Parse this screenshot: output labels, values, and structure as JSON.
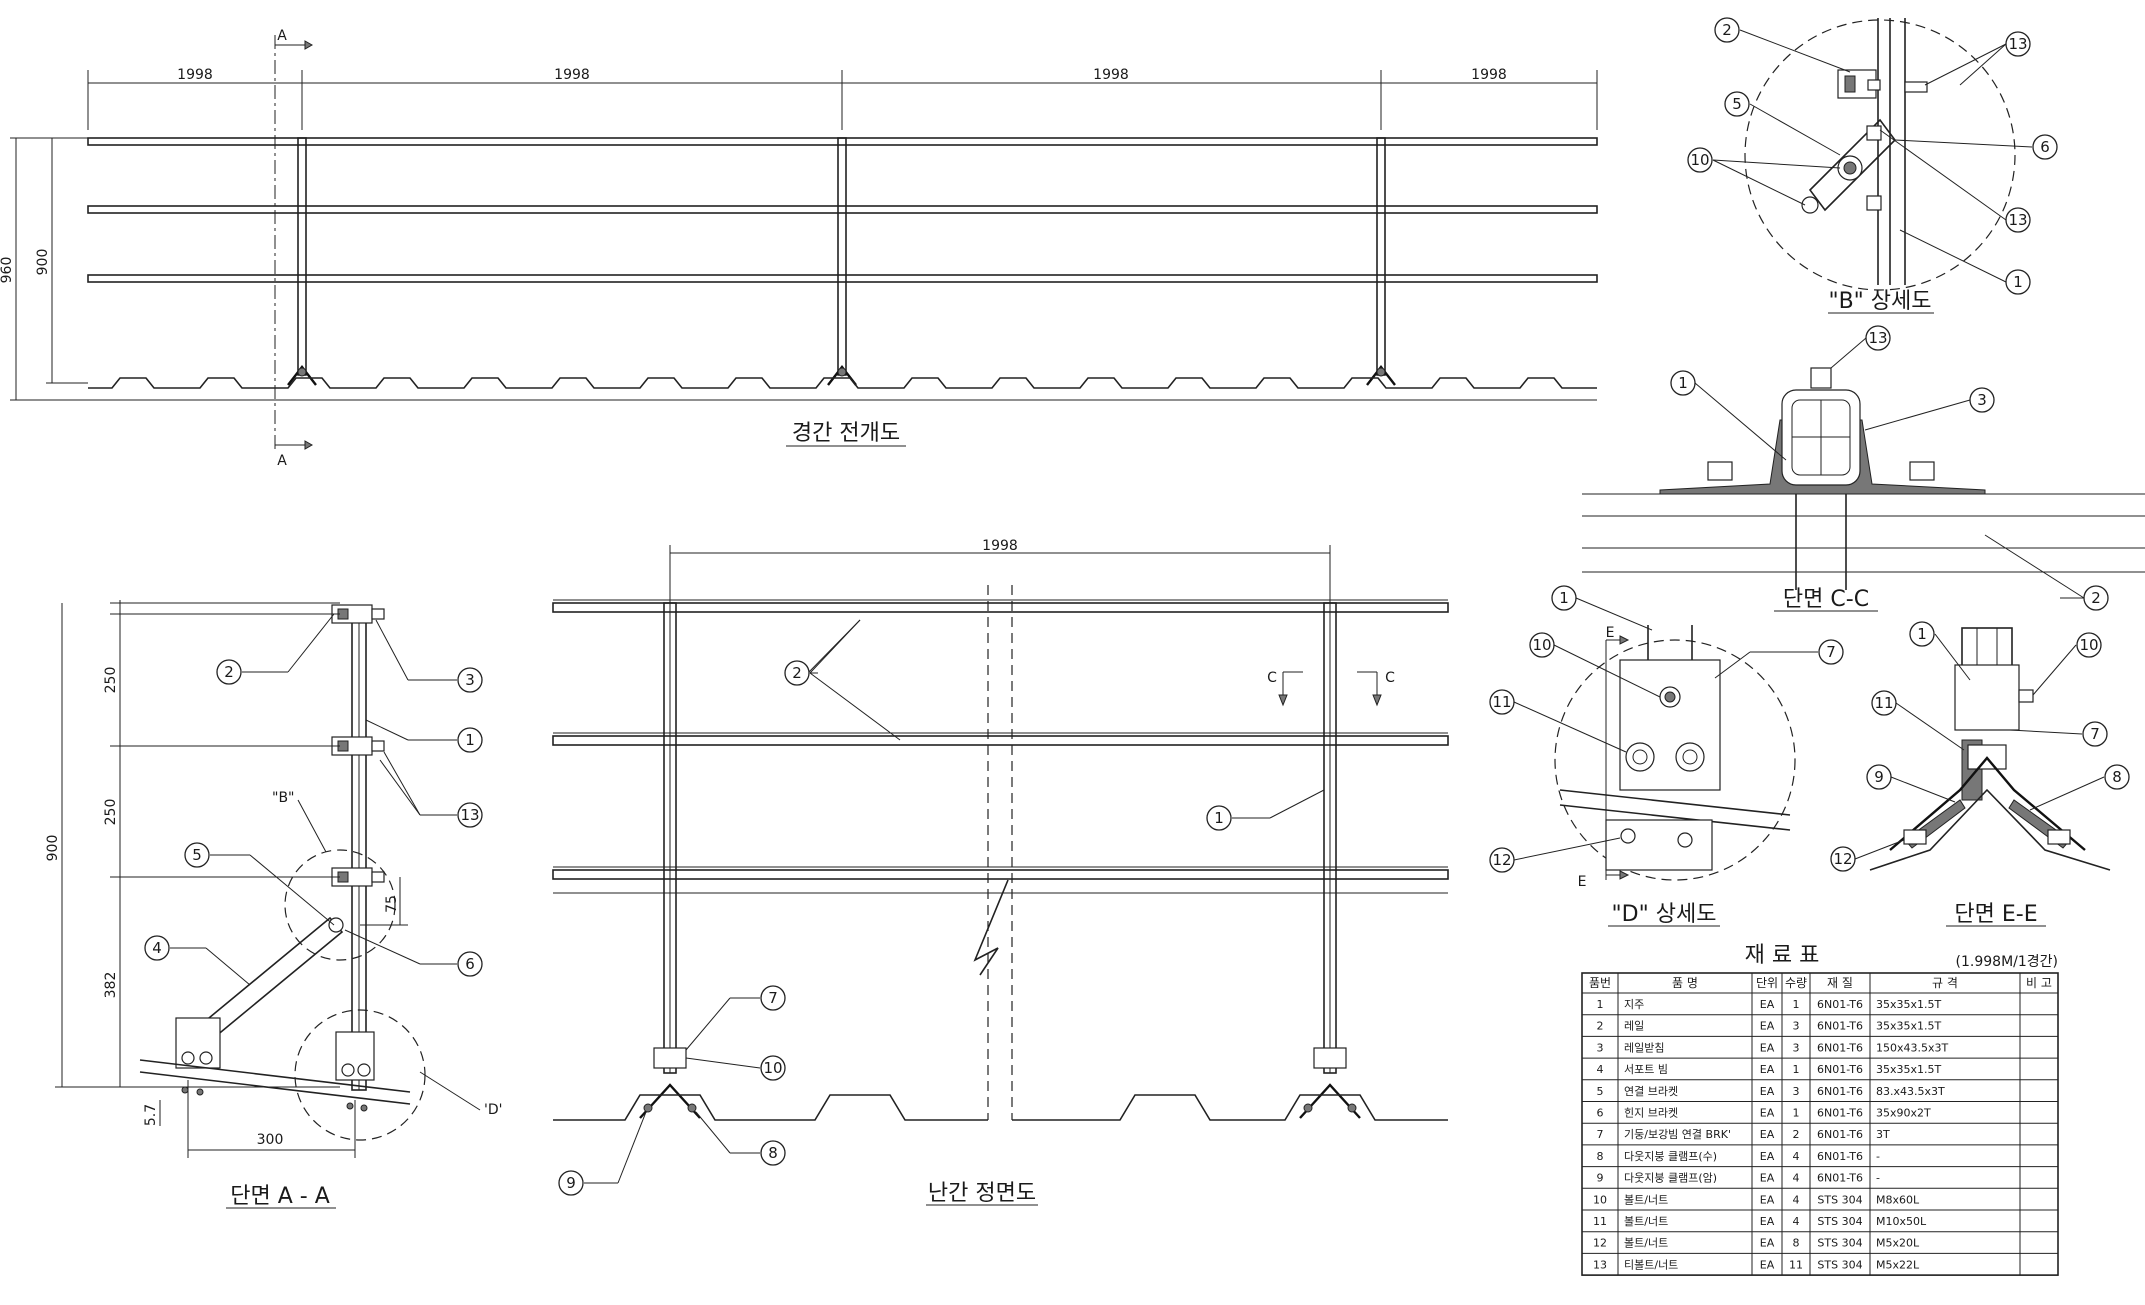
{
  "views": {
    "elevation": {
      "title": "경간 전개도",
      "section_mark": "A",
      "spans": [
        "1998",
        "1998",
        "1998",
        "1998"
      ],
      "dim_960": "960",
      "dim_900": "900"
    },
    "detail_b": {
      "title": "\"B\" 상세도",
      "balloons": [
        "2",
        "13",
        "5",
        "6",
        "10",
        "13",
        "1"
      ]
    },
    "section_cc": {
      "title": "단면 C-C",
      "balloons": [
        "13",
        "1",
        "3",
        "2"
      ]
    },
    "section_aa": {
      "title": "단면 A - A",
      "dims": {
        "d250a": "250",
        "d250b": "250",
        "d382": "382",
        "d900": "900",
        "d75": "75",
        "d300": "300",
        "d5_7": "5.7"
      },
      "labels": {
        "b": "\"B\"",
        "d": "'D'"
      },
      "balloons": [
        "2",
        "3",
        "1",
        "13",
        "5",
        "4",
        "6"
      ]
    },
    "front": {
      "title": "난간 정면도",
      "span": "1998",
      "cut_mark": "C",
      "balloons": [
        "2",
        "1",
        "7",
        "10",
        "8",
        "9"
      ]
    },
    "detail_d": {
      "title": "\"D\" 상세도",
      "cut_mark": "E",
      "balloons": [
        "1",
        "10",
        "7",
        "11",
        "12"
      ]
    },
    "section_ee": {
      "title": "단면 E-E",
      "balloons": [
        "1",
        "10",
        "11",
        "7",
        "9",
        "8",
        "12"
      ]
    }
  },
  "materials": {
    "title": "재 료 표",
    "note": "(1.998M/1경간)",
    "headers": [
      "품번",
      "품 명",
      "단위",
      "수량",
      "재 질",
      "규 격",
      "비 고"
    ],
    "rows": [
      [
        "1",
        "지주",
        "EA",
        "1",
        "6N01-T6",
        "35x35x1.5T",
        ""
      ],
      [
        "2",
        "레일",
        "EA",
        "3",
        "6N01-T6",
        "35x35x1.5T",
        ""
      ],
      [
        "3",
        "레일받침",
        "EA",
        "3",
        "6N01-T6",
        "150x43.5x3T",
        ""
      ],
      [
        "4",
        "서포트 빔",
        "EA",
        "1",
        "6N01-T6",
        "35x35x1.5T",
        ""
      ],
      [
        "5",
        "연결 브라켓",
        "EA",
        "3",
        "6N01-T6",
        "83.x43.5x3T",
        ""
      ],
      [
        "6",
        "힌지 브라켓",
        "EA",
        "1",
        "6N01-T6",
        "35x90x2T",
        ""
      ],
      [
        "7",
        "기둥/보강빔 연결 BRK'",
        "EA",
        "2",
        "6N01-T6",
        "3T",
        ""
      ],
      [
        "8",
        "다웃지붕 클램프(수)",
        "EA",
        "4",
        "6N01-T6",
        "-",
        ""
      ],
      [
        "9",
        "다웃지붕 클램프(암)",
        "EA",
        "4",
        "6N01-T6",
        "-",
        ""
      ],
      [
        "10",
        "볼트/너트",
        "EA",
        "4",
        "STS 304",
        "M8x60L",
        ""
      ],
      [
        "11",
        "볼트/너트",
        "EA",
        "4",
        "STS 304",
        "M10x50L",
        ""
      ],
      [
        "12",
        "볼트/너트",
        "EA",
        "8",
        "STS 304",
        "M5x20L",
        ""
      ],
      [
        "13",
        "티볼트/너트",
        "EA",
        "11",
        "STS 304",
        "M5x22L",
        ""
      ]
    ]
  }
}
